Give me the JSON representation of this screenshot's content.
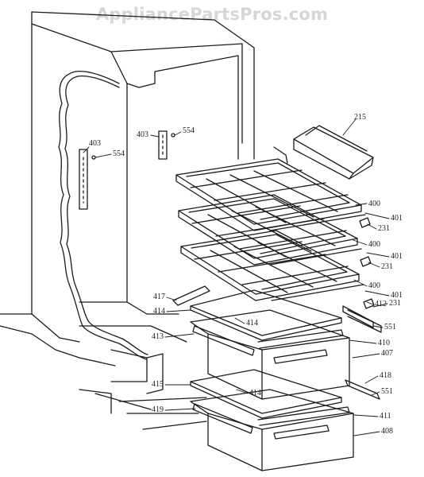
{
  "watermark": "AppliancePartsPros.com",
  "labels": {
    "l215": "215",
    "l400a": "400",
    "l401a": "401",
    "l231a": "231",
    "l400b": "400",
    "l401b": "401",
    "l231b": "231",
    "l400c": "400",
    "l401c": "401",
    "l412": "412",
    "l231c": "231",
    "l551a": "551",
    "l410": "410",
    "l407": "407",
    "l418": "418",
    "l551b": "551",
    "l411": "411",
    "l408": "408",
    "l417": "417",
    "l414a": "414",
    "l414b": "414",
    "l413": "413",
    "l415": "415",
    "l414c": "414",
    "l419": "419",
    "l403a": "403",
    "l554a": "554",
    "l403b": "403",
    "l554b": "554"
  }
}
